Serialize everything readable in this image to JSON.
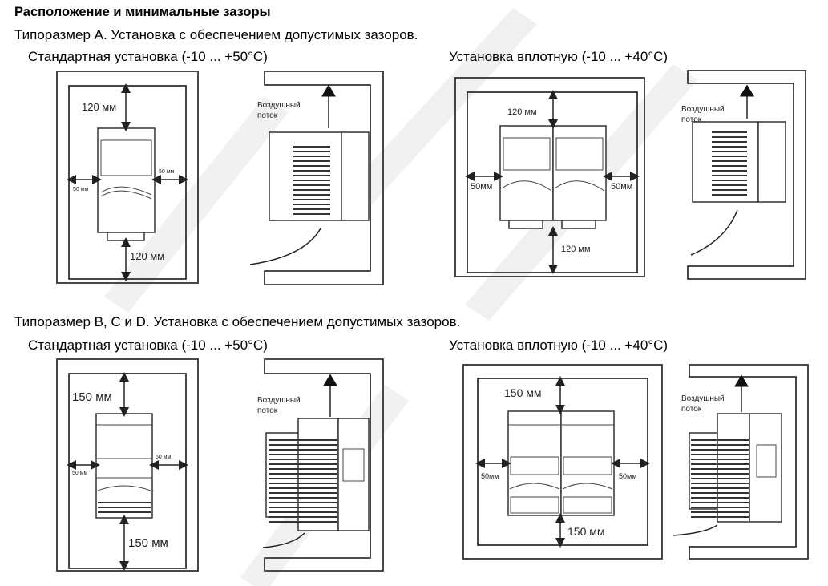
{
  "title": "Расположение и минимальные зазоры",
  "section_a": {
    "heading": "Типоразмер А. Установка с обеспечением допустимых зазоров.",
    "caption_standard": "Стандартная установка (-10 ... +50°C)",
    "caption_tight": "Установка вплотную (-10 ... +40°C)",
    "standard": {
      "top": "120 мм",
      "bottom": "120 мм",
      "left": "50 мм",
      "right": "50 мм"
    },
    "tight": {
      "top": "120 мм",
      "bottom": "120 мм",
      "left": "50мм",
      "right": "50мм"
    },
    "airflow_1": "Воздушный",
    "airflow_2": "поток"
  },
  "section_bcd": {
    "heading": "Типоразмер B, C и D. Установка с обеспечением допустимых зазоров.",
    "caption_standard": "Стандартная установка (-10 ... +50°C)",
    "caption_tight": "Установка вплотную (-10 ... +40°C)",
    "standard": {
      "top": "150 мм",
      "bottom": "150 мм",
      "left": "50 мм",
      "right": "50 мм"
    },
    "tight": {
      "top": "150 мм",
      "bottom": "150 мм",
      "left": "50мм",
      "right": "50мм"
    },
    "airflow_1": "Воздушный",
    "airflow_2": "поток"
  }
}
